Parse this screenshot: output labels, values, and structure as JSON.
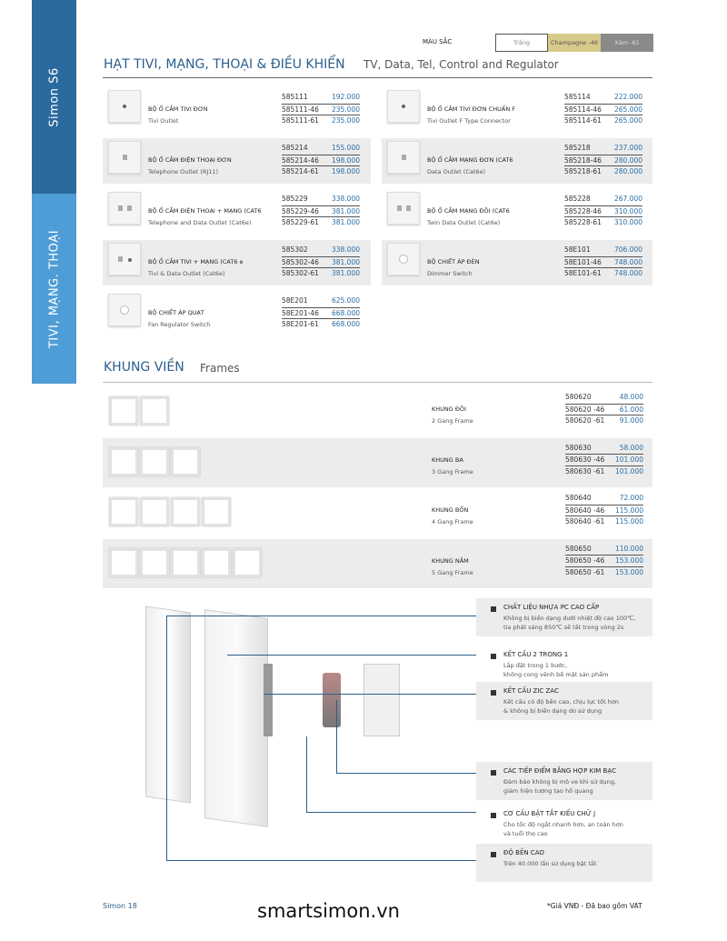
{
  "sidebar": {
    "brand": "Simon  S6",
    "section": "TIVI, MẠNG. THOẠI"
  },
  "colors": {
    "label": "MÀU SẮC",
    "options": [
      "Trắng",
      "Champagne -46",
      "Xám -61"
    ],
    "swatches": [
      "#ffffff",
      "#d6c98a",
      "#8a8a8a"
    ]
  },
  "section1": {
    "title": "HẠT TIVI, MẠNG, THOẠI & ĐIỀU KHIỂN",
    "subtitle": "TV, Data, Tel, Control and Regulator"
  },
  "products": [
    {
      "name": "BỘ Ổ CẮM TIVI ĐƠN",
      "en": "Tivi Outlet",
      "codes": [
        [
          "585111",
          "192.000"
        ],
        [
          "585111-46",
          "235.000"
        ],
        [
          "585111-61",
          "235.000"
        ]
      ]
    },
    {
      "name": "BỘ Ổ CẮM TIVI ĐƠN CHUẨN F",
      "en": "Tivi Outlet F Type Connector",
      "codes": [
        [
          "585114",
          "222.000"
        ],
        [
          "585114-46",
          "265.000"
        ],
        [
          "585114-61",
          "265.000"
        ]
      ]
    },
    {
      "name": "BỘ Ổ CẮM ĐIỆN THOẠI ĐƠN",
      "en": "Telephone Outlet (RJ11)",
      "codes": [
        [
          "585214",
          "155.000"
        ],
        [
          "585214-46",
          "198.000"
        ],
        [
          "585214-61",
          "198.000"
        ]
      ]
    },
    {
      "name": "BỘ Ổ CẮM MẠNG ĐƠN (CAT6",
      "en": "Data Outlet (Cat6e)",
      "codes": [
        [
          "585218",
          "237.000"
        ],
        [
          "585218-46",
          "280.000"
        ],
        [
          "585218-61",
          "280.000"
        ]
      ]
    },
    {
      "name": "BỘ Ổ CẮM ĐIỆN THOẠI + MẠNG (CAT6",
      "en": "Telephone and Data Outlet (Cat6e)",
      "codes": [
        [
          "585229",
          "338.000"
        ],
        [
          "585229-46",
          "381.000"
        ],
        [
          "585229-61",
          "381.000"
        ]
      ]
    },
    {
      "name": "BỘ Ổ CẮM MẠNG ĐÔI (CAT6",
      "en": "Twin Data Outlet (Cat6e)",
      "codes": [
        [
          "585228",
          "267.000"
        ],
        [
          "585228-46",
          "310.000"
        ],
        [
          "585228-61",
          "310.000"
        ]
      ]
    },
    {
      "name": "BỘ Ổ CẮM TIVI + MẠNG (CAT6      e",
      "en": "Tivi & Data Outlet (Cat6e)",
      "codes": [
        [
          "585302",
          "338.000"
        ],
        [
          "585302-46",
          "381.000"
        ],
        [
          "585302-61",
          "381.000"
        ]
      ]
    },
    {
      "name": "BỘ CHIẾT ÁP ĐÈN",
      "en": "Dimmer Switch",
      "codes": [
        [
          "58E101",
          "706.000"
        ],
        [
          "58E101-46",
          "748.000"
        ],
        [
          "58E101-61",
          "748.000"
        ]
      ]
    },
    {
      "name": "BỘ CHIẾT ÁP QUẠT",
      "en": "Fan Regulator Switch",
      "codes": [
        [
          "58E201",
          "625.000"
        ],
        [
          "58E201-46",
          "668.000"
        ],
        [
          "58E201-61",
          "668.000"
        ]
      ]
    }
  ],
  "section2": {
    "title": "KHUNG VIỀN",
    "subtitle": "Frames"
  },
  "frames": [
    {
      "name": "KHUNG ĐÔI",
      "en": "2 Gang Frame",
      "gangs": 2,
      "codes": [
        [
          "580620",
          "48.000"
        ],
        [
          "580620  -46",
          "61.000"
        ],
        [
          "580620  -61",
          "91.000"
        ]
      ]
    },
    {
      "name": "KHUNG BA",
      "en": "3 Gang Frame",
      "gangs": 3,
      "codes": [
        [
          "580630",
          "58.000"
        ],
        [
          "580630  -46",
          "101.000"
        ],
        [
          "580630  -61",
          "101.000"
        ]
      ]
    },
    {
      "name": "KHUNG BỐN",
      "en": "4 Gang Frame",
      "gangs": 4,
      "codes": [
        [
          "580640",
          "72.000"
        ],
        [
          "580640  -46",
          "115.000"
        ],
        [
          "580640  -61",
          "115.000"
        ]
      ]
    },
    {
      "name": "KHUNG NĂM",
      "en": "5 Gang Frame",
      "gangs": 5,
      "codes": [
        [
          "580650",
          "110.000"
        ],
        [
          "580650  -46",
          "153.000"
        ],
        [
          "580650  -61",
          "153.000"
        ]
      ]
    }
  ],
  "features": [
    {
      "title": "CHẤT LIỆU NHỰA PC CAO CẤP",
      "lines": [
        "Không bị biến dạng dưới nhiệt độ cao 100℃,",
        "tia phát sáng 850℃ sẽ tắt trong vòng 2s"
      ]
    },
    {
      "title": "KẾT CẤU 2 TRONG 1",
      "lines": [
        "Lắp đặt trong 1 bước,",
        "không cong vênh bề mặt sản phẩm"
      ]
    },
    {
      "title": "KẾT CẤU ZIC ZAC",
      "lines": [
        "Kết cấu có độ bền cao, chịu lực tốt hơn",
        "& không bị biến dạng do sử dụng"
      ]
    },
    {
      "title": "CÁC TIẾP ĐIỂM BẰNG HỢP KIM BẠC",
      "lines": [
        "Đảm bảo không bị mô ve khi sử dụng,",
        "giảm hiện tượng tạo hồ quang"
      ]
    },
    {
      "title": "CƠ CẤU BẬT TẮT KIỂU CHỮ J",
      "lines": [
        "Cho tốc độ ngắt nhanh hơn, an toàn hơn",
        "và tuổi thọ cao"
      ]
    },
    {
      "title": "ĐỘ BỀN CAO",
      "lines": [
        "Trên 40.000 lần sử dụng bật tắt"
      ]
    }
  ],
  "footer": {
    "page": "Simon 18",
    "site": "smartsimon.vn",
    "note": "*Giá VNĐ - Đã bao gồm VAT"
  }
}
